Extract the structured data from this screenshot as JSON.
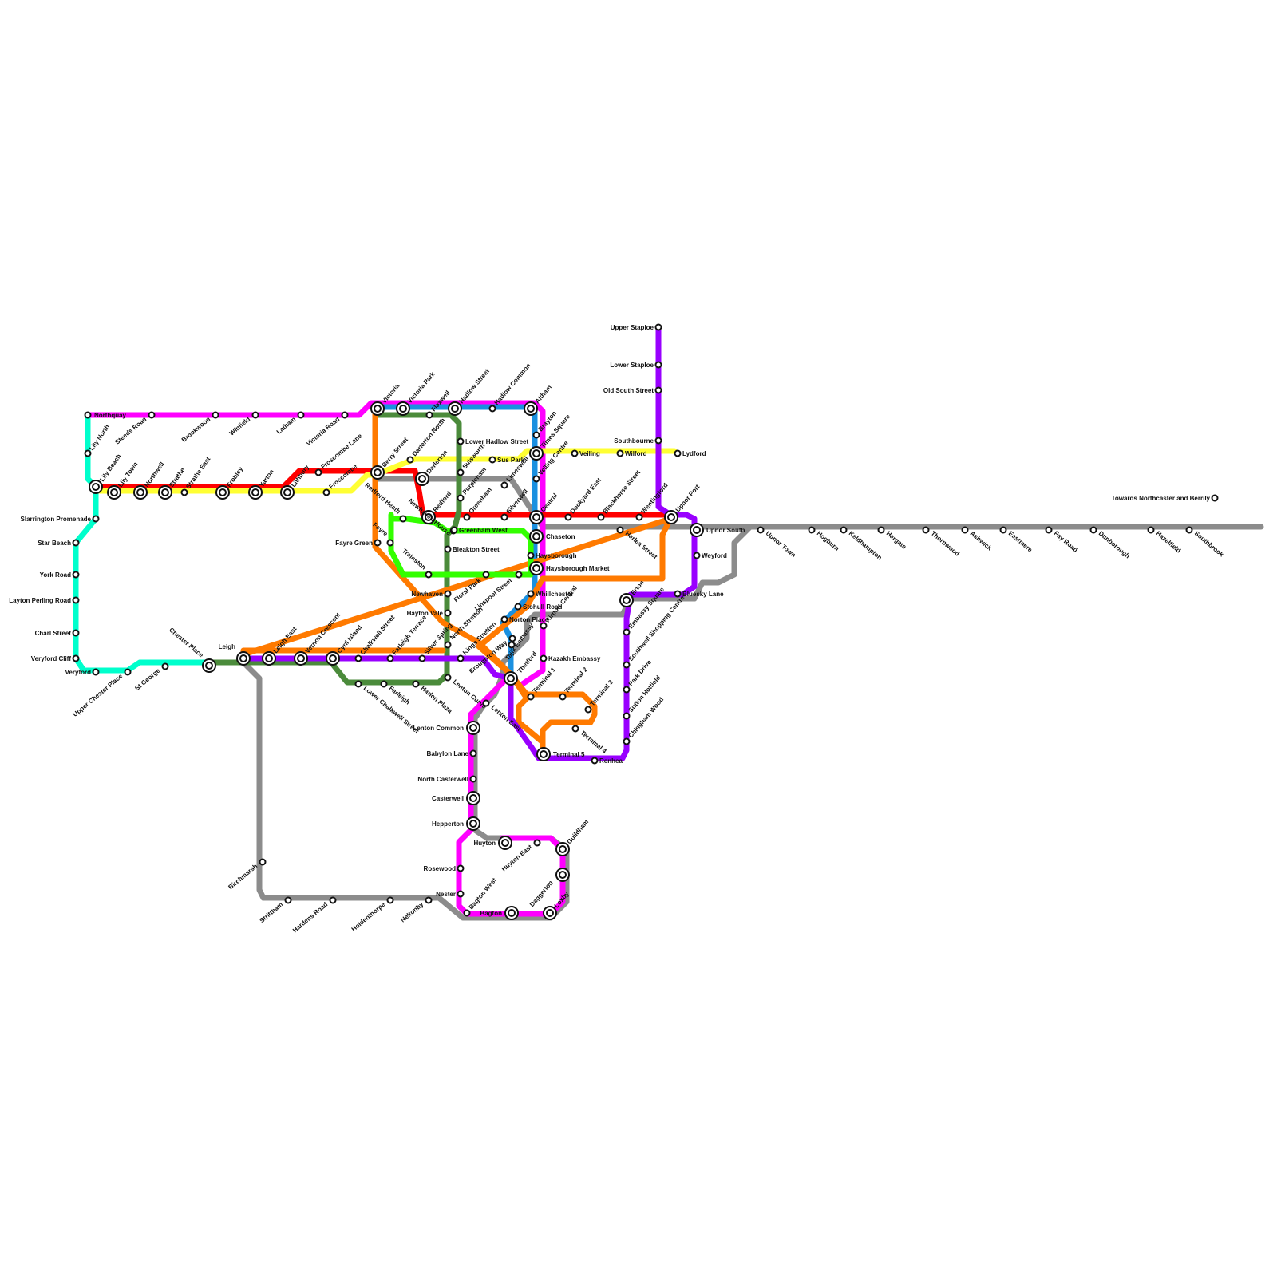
{
  "colors": {
    "magenta": "#ff00ff",
    "red": "#ff0000",
    "yellow": "#ffff33",
    "cyan": "#00ffcc",
    "gray": "#8c8c8c",
    "darkgreen": "#4b8b3b",
    "blue": "#1a90e0",
    "orange": "#ff7a00",
    "green": "#33ff00",
    "purple": "#9900ff"
  },
  "stations": {
    "northquay": "Northquay",
    "lily_north": "Lily North",
    "lily_beach": "Lily Beach",
    "slarrington_promenade": "Slarrington Promenade",
    "star_beach": "Star Beach",
    "york_road": "York Road",
    "layton_perling_road": "Layton Perling Road",
    "charl_street": "Charl Street",
    "veryford_cliff": "Veryford Cliff",
    "veryford": "Veryford",
    "upper_chester_place": "Upper Chester Place",
    "st_george": "St George",
    "chester_place": "Chester Place",
    "steeds_road": "Steeds Road",
    "brookwood": "Brookwood",
    "winfield": "Winfield",
    "latham": "Latham",
    "victoria_road": "Victoria Road",
    "lily_town": "Lily Town",
    "northwell": "Northwell",
    "strathe": "Strathe",
    "strathe_east": "Strathe East",
    "frobley": "Frobley",
    "yarton": "Yarton",
    "lithbury": "Lithbury",
    "froscombe_lane": "Froscombe Lane",
    "froscombe": "Froscombe",
    "victoria": "Victoria",
    "victoria_park": "Victoria Park",
    "flaxwell": "Flaxwell",
    "hadlow_street": "Hadlow Street",
    "hadlow_common": "Hadlow Common",
    "altham": "Altham",
    "berry_street": "Berry Street",
    "darlerton_north": "Darlerton North",
    "darlerton": "Darlerton",
    "lower_hadlow_street": "Lower Hadlow Street",
    "sulsworth": "Sulsworth",
    "sus_park": "Sus Park",
    "brayton": "Brayton",
    "times_square": "Times Square",
    "veiling_centre": "Veiling Centre",
    "veiling": "Veiling",
    "wilford": "Wilford",
    "lydford": "Lydford",
    "redford_heath": "Redford Heath",
    "redford": "Redford",
    "purpleham": "Purpleham",
    "greenham": "Greenham",
    "limeswell": "Limeswell",
    "silverwell": "Silverwell",
    "central": "Central",
    "dockyard_east": "Dockyard East",
    "blackhorse_street": "Blackhorse Street",
    "wentingford": "Wentingford",
    "upnor_port": "Upnor Port",
    "upper_staploe": "Upper Staploe",
    "lower_staploe": "Lower Staploe",
    "old_south_street": "Old South Street",
    "southbourne": "Southbourne",
    "fayre_green": "Fayre Green",
    "fayre": "Fayre",
    "newhaven_house": "Newhaven House",
    "greenham_west": "Greenham West",
    "chaseton": "Chaseton",
    "harlea_street": "Harlea Street",
    "upnor_south": "Upnor South",
    "upnor_town": "Upnor Town",
    "hogburn": "Hogburn",
    "keldhampton": "Keldhampton",
    "hargate": "Hargate",
    "thornwood": "Thornwood",
    "ashwick": "Ashwick",
    "eastmere": "Eastmere",
    "fay_road": "Fay Road",
    "dunborough": "Dunborough",
    "hazelfield": "Hazelfield",
    "southbrook": "Southbrook",
    "towards": "Towards Northcaster and Berrily",
    "bleakton_street": "Bleakton Street",
    "haysborough": "Haysborough",
    "weyford": "Weyford",
    "trainston": "Trainston",
    "haysborough_market": "Haysborough Market",
    "floral_park": "Floral Park",
    "newhaven": "Newhaven",
    "linspool_street": "Linspool Street",
    "whillchester": "Whillchester",
    "erton": "Erton",
    "bluesky_lane": "Bluesky Lane",
    "stohull_road": "Stohull Road",
    "hayton_vale": "Hayton Vale",
    "norton_place": "Norton Place",
    "north_stretton": "North Stretton",
    "embassy_square": "Embassy Square",
    "leigh": "Leigh",
    "leigh_east": "Leigh East",
    "vernon_crescent": "Vernon Crescent",
    "cyril_island": "Cyril Island",
    "chalkwell_street": "Chalkwell Street",
    "farleigh_terrace": "Farleigh Terrace",
    "silver_spring": "Silver Spring",
    "kings_stretton": "Kings Stretton",
    "broughton_way": "Broughton Way",
    "tajik_embassy": "Tajik Embassy",
    "airport_central": "Airport Central",
    "kazakh_embassy": "Kazakh Embassy",
    "southwell_shopping_centre": "Southwell Shopping Centre",
    "thetford": "Thetford",
    "park_drive": "Park Drive",
    "lower_chalkwell_street": "Lower Chalkwell Street",
    "farleigh": "Farleigh",
    "harlon_plaza": "Harlon Plaza",
    "lenton_curve": "Lenton Curve",
    "terminal_1": "Terminal 1",
    "terminal_2": "Terminal 2",
    "terminal_3": "Terminal 3",
    "sutton_hotfield": "Sutton Hotfield",
    "lenton_east": "Lenton East",
    "lenton_common": "Lenton Common",
    "chingham_wood": "Chingham Wood",
    "terminal_4": "Terminal 4",
    "terminal_5": "Terminal 5",
    "renhea": "Renhea",
    "babylon_lane": "Babylon Lane",
    "north_casterwell": "North Casterwell",
    "casterwell": "Casterwell",
    "hepperton": "Hepperton",
    "huyton": "Huyton",
    "guildham": "Guildham",
    "huyton_east": "Huyton East",
    "rosewood": "Rosewood",
    "birchmarsh": "Birchmarsh",
    "daggerton": "Daggerton",
    "nester": "Nester",
    "bagton_west": "Bagton West",
    "strittham": "Strittham",
    "hardens_road": "Hardens Road",
    "holdenthorpe": "Holdenthorpe",
    "neltonby": "Neltonby",
    "bagton": "Bagton",
    "loxby": "Loxby"
  }
}
